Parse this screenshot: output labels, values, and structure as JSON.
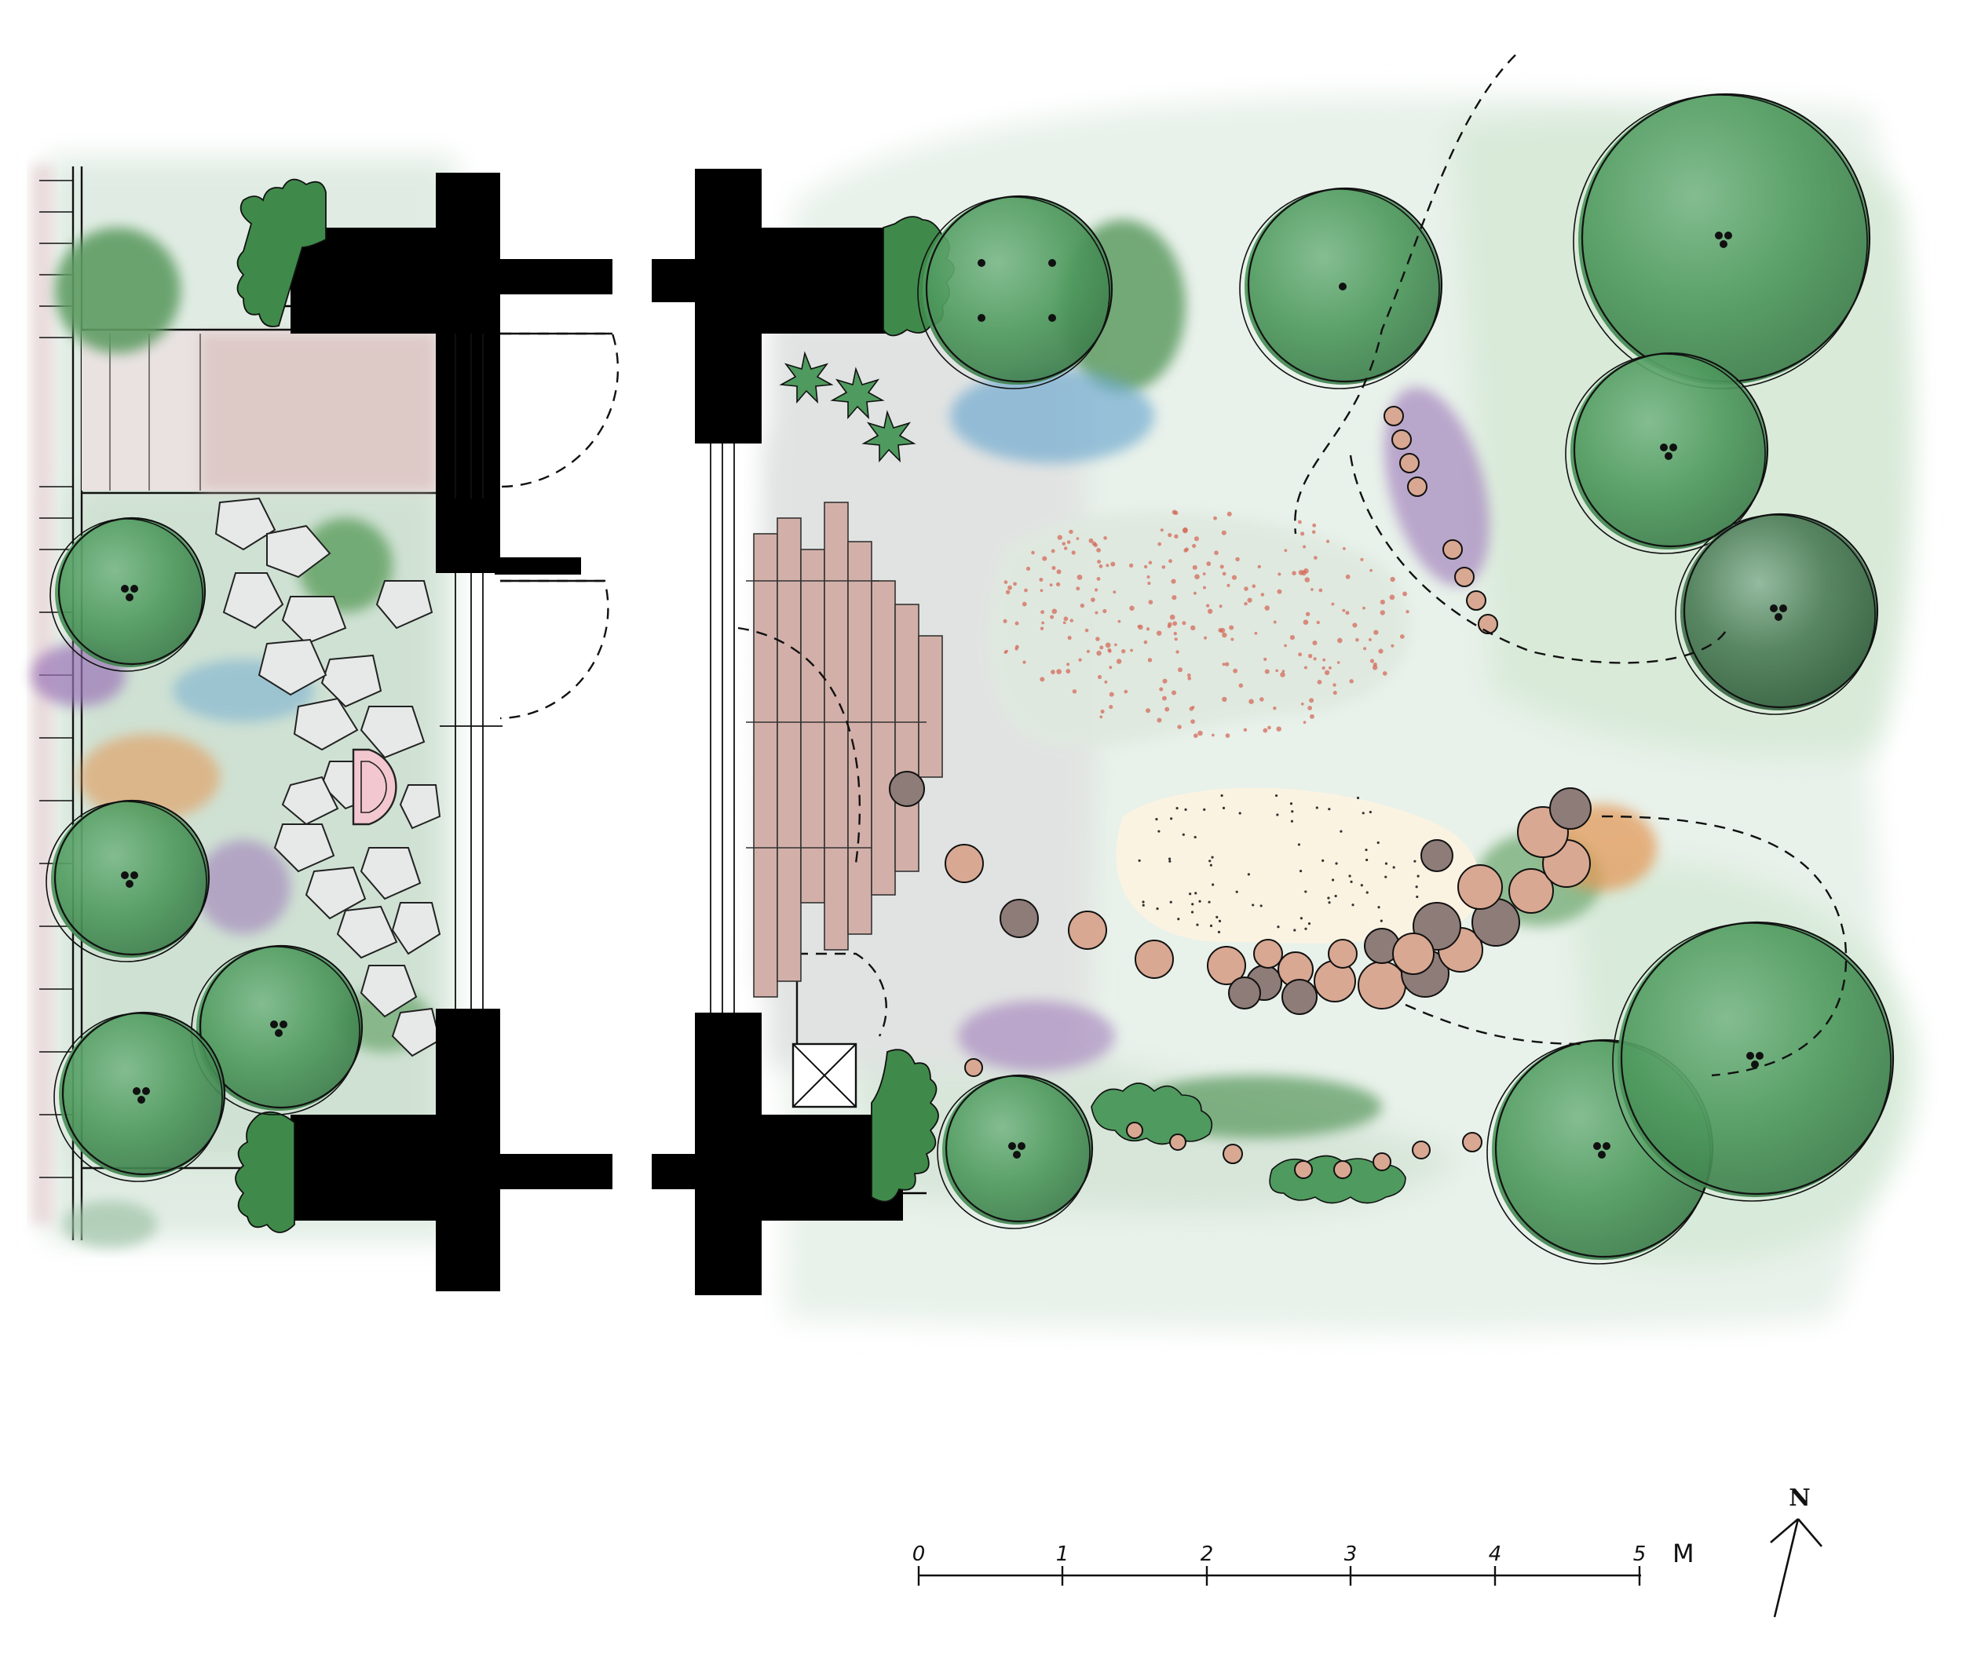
{
  "scale_bar": {
    "ticks": [
      "0",
      "1",
      "2",
      "3",
      "4",
      "5"
    ],
    "unit": "M"
  },
  "north_arrow": {
    "label": "N"
  },
  "colors": {
    "wall": "#000000",
    "tree_canopy": "#4f9a5e",
    "tree_canopy_dark": "#3f7f4c",
    "lawn_wash": "#e4efe6",
    "paving": "#c9a7a0",
    "stepping_stone": "#d4a690",
    "stepping_stone_dark": "#8e7c78",
    "lavender": "#9b74b8",
    "blue_flowers": "#6aa7cf",
    "orange_flowers": "#e39a5a",
    "pink_feature": "#f3c7cf",
    "gravel": "#fbf3e2"
  }
}
